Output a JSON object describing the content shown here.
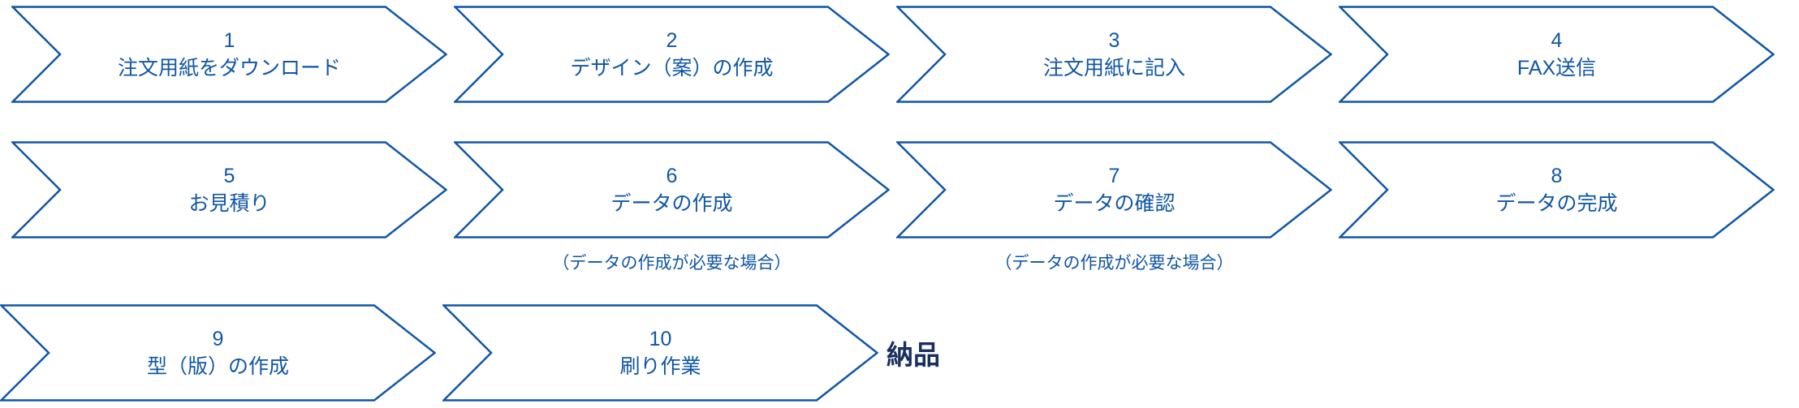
{
  "diagram_title": "order-process-flow",
  "colors": {
    "accent_blue": "#1056a5",
    "delivery_text": "#1a2f5e",
    "background": "#ffffff"
  },
  "steps": [
    {
      "number": "1",
      "label": "注文用紙をダウンロード",
      "note": ""
    },
    {
      "number": "2",
      "label": "デザイン（案）の作成",
      "note": ""
    },
    {
      "number": "3",
      "label": "注文用紙に記入",
      "note": ""
    },
    {
      "number": "4",
      "label": "FAX送信",
      "note": ""
    },
    {
      "number": "5",
      "label": "お見積り",
      "note": ""
    },
    {
      "number": "6",
      "label": "データの作成",
      "note": "（データの作成が必要な場合）"
    },
    {
      "number": "7",
      "label": "データの確認",
      "note": "（データの作成が必要な場合）"
    },
    {
      "number": "8",
      "label": "データの完成",
      "note": ""
    },
    {
      "number": "9",
      "label": "型（版）の作成",
      "note": ""
    },
    {
      "number": "10",
      "label": "刷り作業",
      "note": ""
    }
  ],
  "delivery_label": "納品"
}
